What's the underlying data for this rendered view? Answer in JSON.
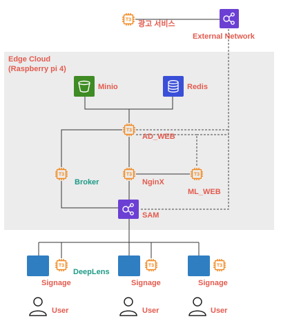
{
  "region": {
    "title": "Edge Cloud\n(Raspberry pi 4)"
  },
  "chip_text": "T3",
  "top": {
    "ad_service": "광고 서비스",
    "external_network": "External Network"
  },
  "services": {
    "minio": "Minio",
    "redis": "Redis"
  },
  "nodes": {
    "ad_web": "AD_WEB",
    "broker": "Broker",
    "nginx": "NginX",
    "ml_web": "ML_WEB",
    "sam": "SAM"
  },
  "devices": [
    {
      "label": "Signage",
      "extra": "DeepLens",
      "user": "User"
    },
    {
      "label": "Signage",
      "user": "User"
    },
    {
      "label": "Signage",
      "user": "User"
    }
  ],
  "colors": {
    "chip": "#f08a24",
    "network": "#6b3fd3",
    "minio": "#3f8b24",
    "redis": "#3a4fd8",
    "signage": "#2f7ec1",
    "label_red": "#e25b4f",
    "label_green": "#1d9a87"
  }
}
